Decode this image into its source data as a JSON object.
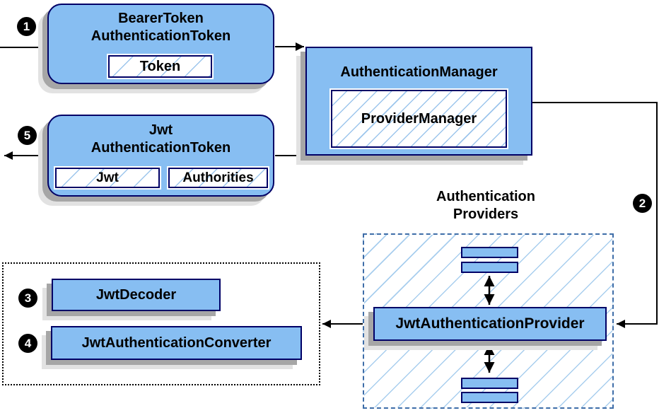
{
  "colors": {
    "box_fill": "#87BEF2",
    "box_border": "#000066",
    "hatch_line": "#9CC5EC",
    "dashed_border": "#3E6DA8",
    "dotted_border": "#000000",
    "shadow_dark": "#A6A6A6",
    "shadow_light": "#E2E2E2",
    "connector": "#000000",
    "badge_bg": "#000000",
    "badge_text": "#FFFFFF"
  },
  "steps": {
    "one": "1",
    "two": "2",
    "three": "3",
    "four": "4",
    "five": "5"
  },
  "bearer_token_box": {
    "title_line1": "BearerToken",
    "title_line2": "AuthenticationToken",
    "chip": "Token"
  },
  "authentication_manager_box": {
    "title": "AuthenticationManager",
    "chip": "ProviderManager"
  },
  "jwt_token_box": {
    "title_line1": "Jwt",
    "title_line2": "AuthenticationToken",
    "chip1": "Jwt",
    "chip2": "Authorities"
  },
  "providers_group": {
    "label_line1": "Authentication",
    "label_line2": "Providers",
    "provider_box": "JwtAuthenticationProvider"
  },
  "decoder_group": {
    "decoder_box": "JwtDecoder",
    "converter_box": "JwtAuthenticationConverter"
  }
}
